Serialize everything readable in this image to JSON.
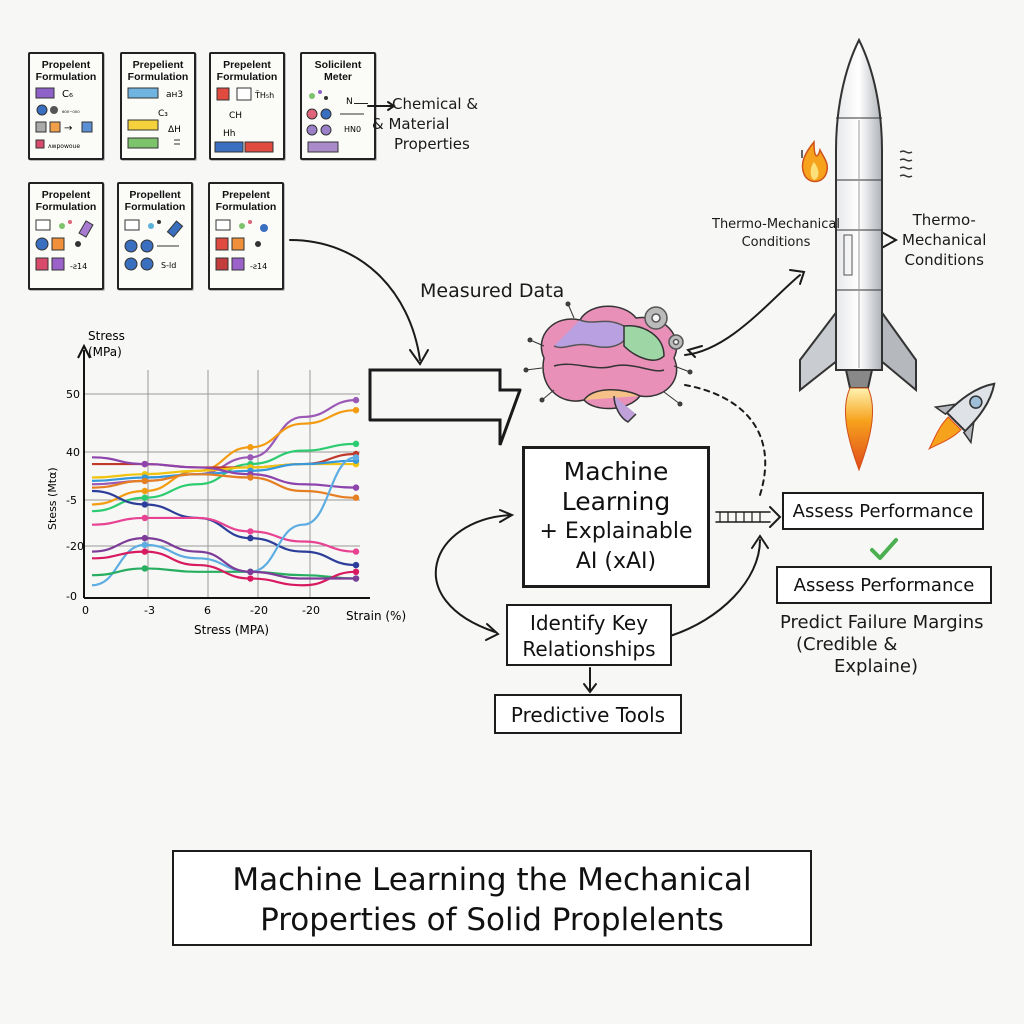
{
  "cards": [
    {
      "title": "Propelent Formulation",
      "chips": [
        "C₆",
        "₆₀₀₋₀₀₀",
        "→",
        "ʌʍpowoue"
      ]
    },
    {
      "title": "Prepelient Formulation",
      "chips": [
        "aн3",
        "C₃",
        "ΔH"
      ]
    },
    {
      "title": "Prepelent Formulation",
      "chips": [
        "T̄H₅h",
        "CH",
        "Hh"
      ]
    },
    {
      "title": "Solicilent Meter",
      "chips": [
        "N",
        "HN0"
      ]
    },
    {
      "title": "Propelent Formulation",
      "chips": [
        "-ƨ14"
      ]
    },
    {
      "title": "Propellent Formulation",
      "chips": [
        "S-ld"
      ]
    },
    {
      "title": "Prepelent Formulation",
      "chips": [
        "-ƨ14"
      ]
    }
  ],
  "labels": {
    "chem_props": [
      "Chemical &",
      "& Material",
      "Properties"
    ],
    "measured": "Measured Data",
    "thermo_left": [
      "Thermo-Mechanical",
      "Conditions"
    ],
    "thermo_right": [
      "Thermo-",
      "Mechanical",
      "Conditions"
    ]
  },
  "boxes": {
    "ml": [
      "Machine",
      "Learning",
      "+ Explainable",
      "AI (xAI)"
    ],
    "identify": [
      "Identify Key",
      "Relationships"
    ],
    "predictive": "Predictive Tools",
    "assess1": "Assess Performance",
    "assess2": "Assess Performance",
    "predict_failure": [
      "Predict Failure Margins",
      "(Credible &",
      "Explaine)"
    ],
    "title": [
      "Machine Learning the Mechanical",
      "Properties of Solid Proplelents"
    ]
  },
  "icons": {
    "check": "check-icon"
  },
  "colors": {
    "check": "#4caf50",
    "flame": "#f6a21d",
    "grid": "#999999"
  },
  "chart_data": {
    "type": "line",
    "ylabel_top": [
      "Stress",
      "(MPa)"
    ],
    "ylabel_side": "Stess (Mtα)",
    "xlabel": "Stress (MPA)",
    "xlabel_right": "Strain (%)",
    "x_ticks": [
      "0",
      "-3",
      "6",
      "-20",
      "-20"
    ],
    "y_ticks": [
      "50",
      "40",
      "-5",
      "-20",
      "-0"
    ],
    "grid": true,
    "series": [
      {
        "color": "#9b59b6",
        "values": [
          32,
          33,
          35,
          40,
          52,
          57
        ]
      },
      {
        "color": "#f39c12",
        "values": [
          26,
          30,
          36,
          43,
          50,
          54
        ]
      },
      {
        "color": "#2ecc71",
        "values": [
          24,
          28,
          32,
          38,
          42,
          44
        ]
      },
      {
        "color": "#c0392b",
        "values": [
          38,
          38,
          37,
          37,
          38,
          41
        ]
      },
      {
        "color": "#f1c40f",
        "values": [
          34,
          35,
          36,
          37,
          38,
          38
        ]
      },
      {
        "color": "#3498db",
        "values": [
          33,
          34,
          35,
          36,
          38,
          39
        ]
      },
      {
        "color": "#8e44ad",
        "values": [
          40,
          38,
          37,
          35,
          32,
          31
        ]
      },
      {
        "color": "#e67e22",
        "values": [
          31,
          33,
          35,
          34,
          30,
          28
        ]
      },
      {
        "color": "#2c3e9a",
        "values": [
          30,
          26,
          22,
          16,
          12,
          8
        ]
      },
      {
        "color": "#e84393",
        "values": [
          20,
          22,
          22,
          18,
          15,
          12
        ]
      },
      {
        "color": "#5dade2",
        "values": [
          2,
          14,
          10,
          6,
          20,
          40
        ]
      },
      {
        "color": "#27ae60",
        "values": [
          5,
          7,
          6,
          6,
          5,
          4
        ]
      },
      {
        "color": "#d81b60",
        "values": [
          10,
          12,
          8,
          4,
          2,
          6
        ]
      },
      {
        "color": "#7d3c98",
        "values": [
          12,
          16,
          12,
          6,
          4,
          4
        ]
      }
    ]
  }
}
